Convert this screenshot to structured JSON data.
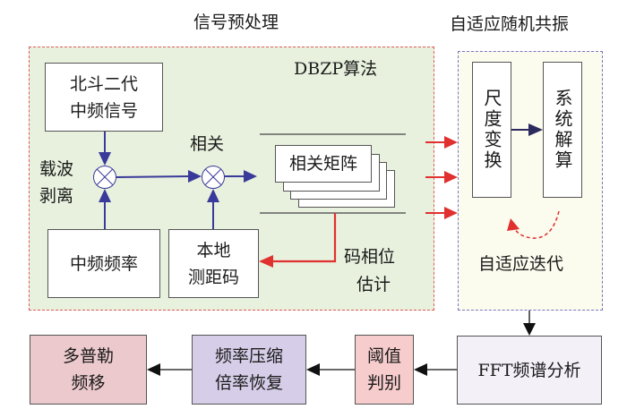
{
  "titles": {
    "preprocessing": "信号预处理",
    "adaptive_stochastic_resonance": "自适应随机共振",
    "dbzp_algorithm": "DBZP算法"
  },
  "preprocessing": {
    "beidou_signal": [
      "北斗二代",
      "中频信号"
    ],
    "carrier_strip": [
      "载波",
      "剥离"
    ],
    "correlate": "相关",
    "if_frequency": "中频频率",
    "local_ranging_code": [
      "本地",
      "测距码"
    ],
    "correlation_matrix": "相关矩阵",
    "code_phase_estimate": [
      "码相位",
      "估计"
    ]
  },
  "resonance": {
    "scale_transform": "尺度变换",
    "system_solve": "系统解算",
    "adaptive_iteration": "自适应迭代"
  },
  "bottom_row": {
    "fft_analysis": "FFT频谱分析",
    "threshold_decision": [
      "阈值",
      "判别"
    ],
    "freq_compression_recovery": [
      "频率压缩",
      "倍率恢复"
    ],
    "doppler_shift": [
      "多普勒",
      "频移"
    ]
  },
  "colors": {
    "preprocess_bg": "#e8f1de",
    "preprocess_border": "#e05a5a",
    "resonance_bg": "#fbfbee",
    "resonance_border": "#7a74c0",
    "blue_arrow": "#3a3a9a",
    "red_arrow": "#e03030",
    "doppler_bg": "#ecc9cc",
    "freq_recovery_bg": "#d6cde8",
    "threshold_bg": "#f7cccc",
    "fft_bg": "#f3f0f8"
  }
}
